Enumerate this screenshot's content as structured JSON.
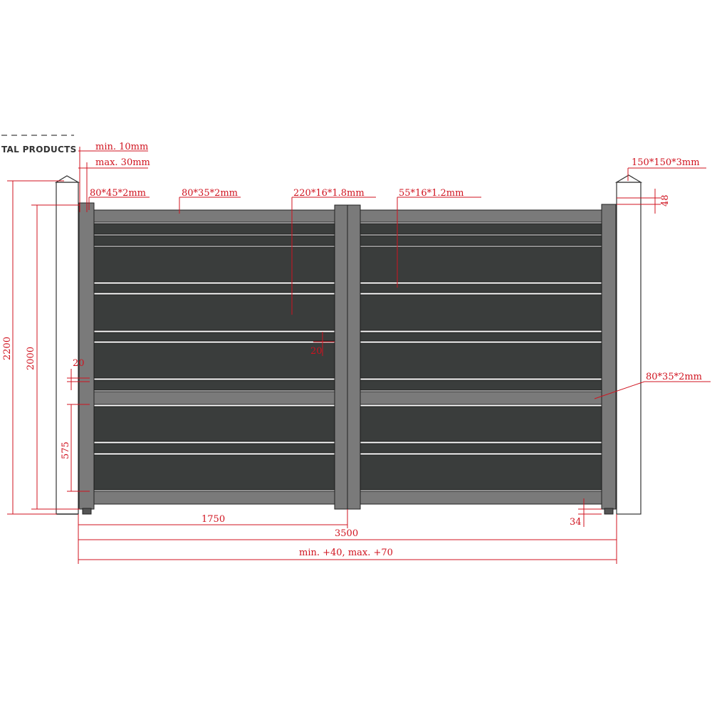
{
  "brand": {
    "logo_text": "TAL PRODUCTS"
  },
  "annotations": {
    "min_gap": "min. 10mm",
    "max_gap": "max. 30mm",
    "post_profile": "150*150*3mm",
    "post_cap_offset": "48",
    "hinge_profile": "80*45*2mm",
    "top_rail_profile": "80*35*2mm",
    "center_profile": "220*16*1.8mm",
    "slat_profile": "55*16*1.2mm",
    "mid_rail_profile": "80*35*2mm",
    "center_gap": "20",
    "slat_gap": "20"
  },
  "dimensions": {
    "post_height": "2200",
    "gate_height": "2000",
    "lower_section": "575",
    "half_width": "1750",
    "gate_width": "3500",
    "ground_clearance": "34",
    "total_width": "min. +40, max. +70"
  },
  "colors": {
    "dimension": "#d0131f",
    "frame": "#7a7a7a",
    "panel": "#3a3d3c",
    "post": "#ffffff"
  }
}
